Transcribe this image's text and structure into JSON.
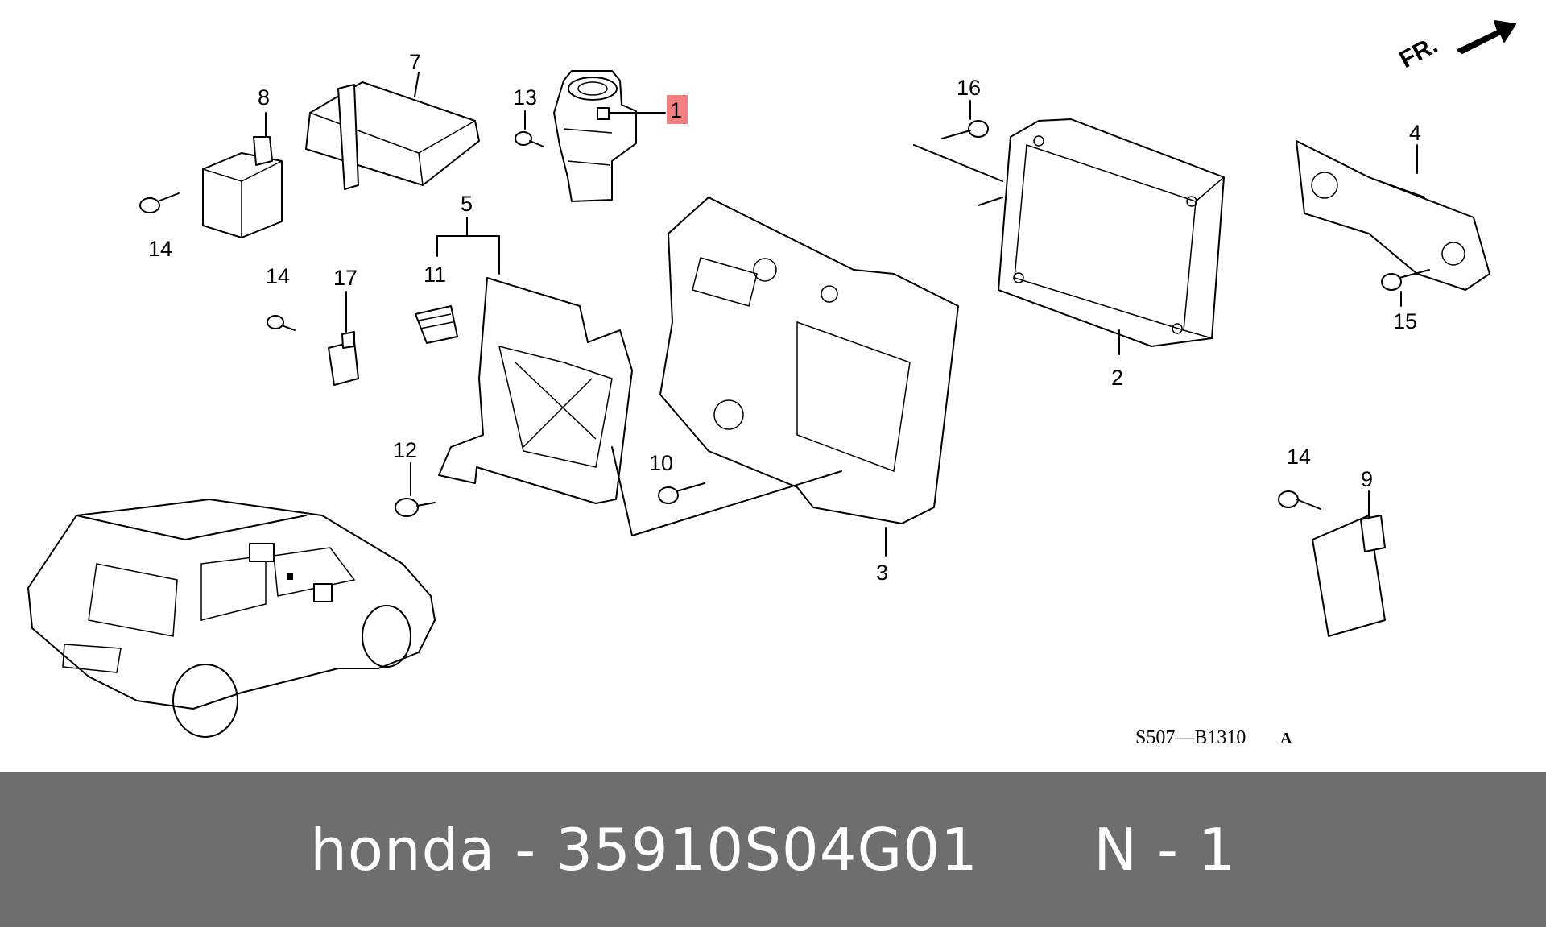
{
  "diagram": {
    "direction_label": "FR.",
    "code": "S507—B1310",
    "code_suffix": "A",
    "callouts": [
      {
        "id": "1",
        "label": "1",
        "highlighted": true
      },
      {
        "id": "2",
        "label": "2"
      },
      {
        "id": "3",
        "label": "3"
      },
      {
        "id": "4",
        "label": "4"
      },
      {
        "id": "5",
        "label": "5"
      },
      {
        "id": "7",
        "label": "7"
      },
      {
        "id": "8",
        "label": "8"
      },
      {
        "id": "9",
        "label": "9"
      },
      {
        "id": "10",
        "label": "10"
      },
      {
        "id": "11",
        "label": "11"
      },
      {
        "id": "12",
        "label": "12"
      },
      {
        "id": "13",
        "label": "13"
      },
      {
        "id": "14a",
        "label": "14"
      },
      {
        "id": "14b",
        "label": "14"
      },
      {
        "id": "14c",
        "label": "14"
      },
      {
        "id": "15",
        "label": "15"
      },
      {
        "id": "16",
        "label": "16"
      },
      {
        "id": "17",
        "label": "17"
      }
    ],
    "highlight_color": "#f08080"
  },
  "footer": {
    "brand": "honda",
    "separator": " - ",
    "part_number": "35910S04G01",
    "gap": "      ",
    "sheet": "N - 1",
    "background": "#6e6e6e"
  }
}
